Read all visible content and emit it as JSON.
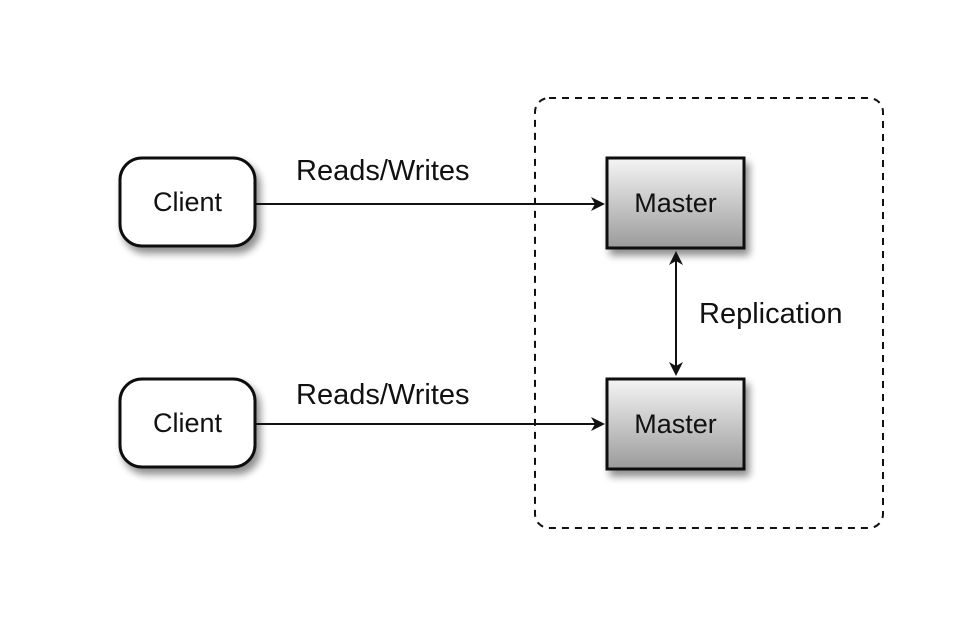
{
  "diagram": {
    "clients": [
      {
        "label": "Client"
      },
      {
        "label": "Client"
      }
    ],
    "masters": [
      {
        "label": "Master"
      },
      {
        "label": "Master"
      }
    ],
    "edges": {
      "top_label": "Reads/Writes",
      "bottom_label": "Reads/Writes",
      "replication_label": "Replication"
    },
    "colors": {
      "stroke": "#111111",
      "client_fill": "#ffffff",
      "master_fill_top": "#f4f4f4",
      "master_fill_bottom": "#9a9a9a"
    }
  }
}
